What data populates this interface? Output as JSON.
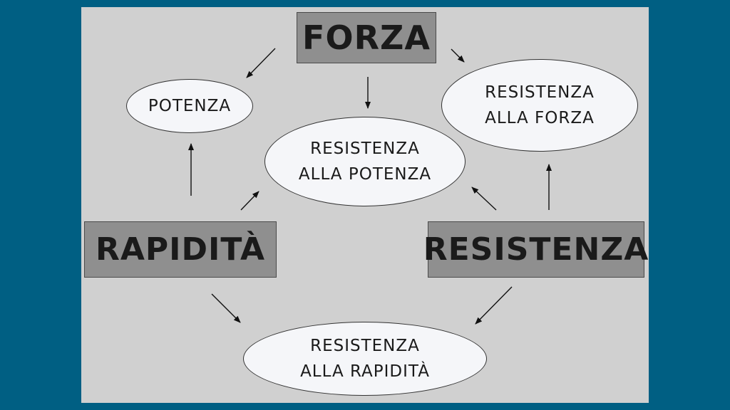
{
  "colors": {
    "background": "#005f83",
    "panel": "#d0d0d0",
    "box": "#8f8f8f",
    "ellipse": "#f5f6f9"
  },
  "nodes": {
    "forza": "FORZA",
    "rapidita": "RAPIDITÀ",
    "resistenza": "RESISTENZA",
    "potenza": "POTENZA",
    "resistenza_forza": "RESISTENZA\nALLA FORZA",
    "resistenza_potenza": "RESISTENZA\nALLA POTENZA",
    "resistenza_rapidita": "RESISTENZA\nALLA RAPIDITÀ"
  }
}
